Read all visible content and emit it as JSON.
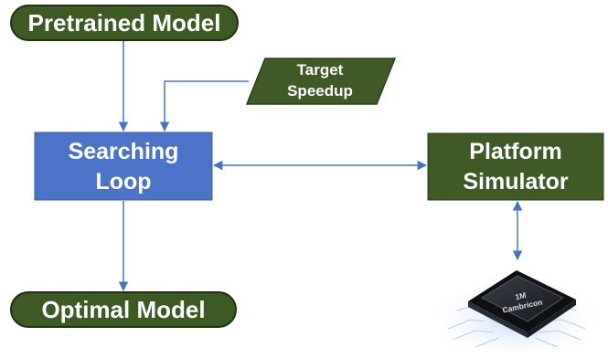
{
  "colors": {
    "terminal_fill": "#3c5a22",
    "terminal_stroke": "#1f3010",
    "process_fill": "#4b74c9",
    "simulator_fill": "#3f5a24",
    "arrow": "#4a72c4",
    "text_light": "#ffffff",
    "text_dark": "#ffffff"
  },
  "nodes": {
    "pretrained_model": {
      "label": "Pretrained Model"
    },
    "target_speedup": {
      "line1": "Target",
      "line2": "Speedup"
    },
    "searching_loop": {
      "line1": "Searching",
      "line2": "Loop"
    },
    "platform_simulator": {
      "line1": "Platform",
      "line2": "Simulator"
    },
    "optimal_model": {
      "label": "Optimal Model"
    },
    "chip": {
      "line1": "1M",
      "line2": "Cambricon"
    }
  }
}
